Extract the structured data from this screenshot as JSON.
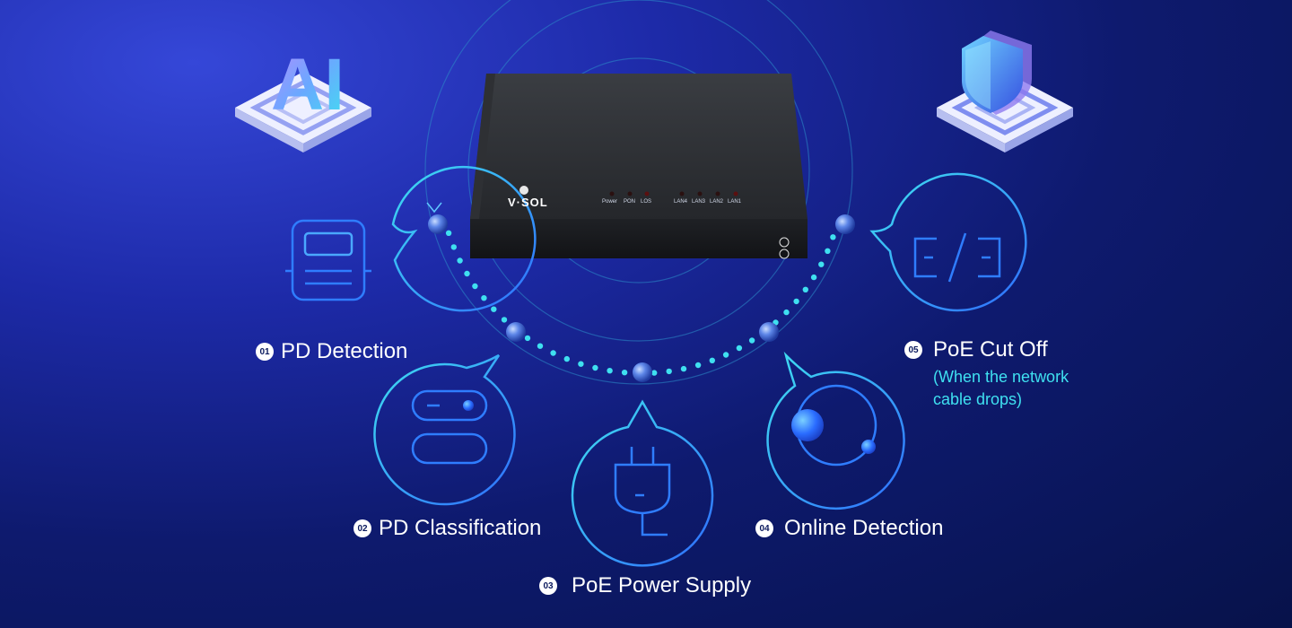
{
  "device": {
    "brand": "V·SOL",
    "led_labels": [
      "Power",
      "PON",
      "LOS"
    ],
    "lan_labels": [
      "LAN4",
      "LAN3",
      "LAN2",
      "LAN1"
    ]
  },
  "top_icons": {
    "left_text": "AI",
    "right_icon": "shield-icon"
  },
  "steps": [
    {
      "num": "01",
      "label": "PD Detection",
      "icon": "document-panel-icon"
    },
    {
      "num": "02",
      "label": "PD Classification",
      "icon": "classification-icon"
    },
    {
      "num": "03",
      "label": "PoE Power Supply",
      "icon": "power-plug-icon"
    },
    {
      "num": "04",
      "label": "Online Detection",
      "icon": "orbit-icon"
    },
    {
      "num": "05",
      "label": "PoE Cut Off",
      "icon": "cut-connection-icon",
      "note_line1": "(When the network",
      "note_line2": "cable drops)"
    }
  ],
  "colors": {
    "accent": "#3fe0f0",
    "line": "#2f7dff",
    "background": "#0e1a6e"
  }
}
